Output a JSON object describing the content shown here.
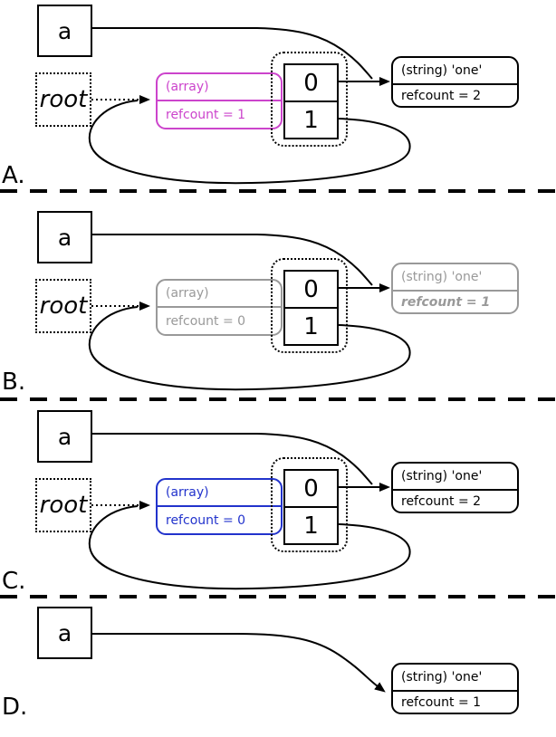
{
  "colors": {
    "magenta": "#cc44cc",
    "gray": "#999999",
    "blue": "#2233cc",
    "black": "#000000"
  },
  "panels": [
    {
      "label": "A.",
      "variable": "a",
      "root_label": "root",
      "array_node": {
        "type_label": "(array)",
        "refcount_label": "refcount = 1",
        "color": "#cc44cc"
      },
      "cells": [
        "0",
        "1"
      ],
      "string_node": {
        "type_label": "(string) 'one'",
        "refcount_label": "refcount = 2",
        "color": "#000000"
      }
    },
    {
      "label": "B.",
      "variable": "a",
      "root_label": "root",
      "array_node": {
        "type_label": "(array)",
        "refcount_label": "refcount = 0",
        "color": "#999999"
      },
      "cells": [
        "0",
        "1"
      ],
      "string_node": {
        "type_label": "(string) 'one'",
        "refcount_label": "refcount = 1",
        "color": "#999999",
        "refcount_emphasis": true
      }
    },
    {
      "label": "C.",
      "variable": "a",
      "root_label": "root",
      "array_node": {
        "type_label": "(array)",
        "refcount_label": "refcount = 0",
        "color": "#2233cc"
      },
      "cells": [
        "0",
        "1"
      ],
      "string_node": {
        "type_label": "(string) 'one'",
        "refcount_label": "refcount = 2",
        "color": "#000000"
      }
    },
    {
      "label": "D.",
      "variable": "a",
      "string_node": {
        "type_label": "(string) 'one'",
        "refcount_label": "refcount = 1",
        "color": "#000000"
      }
    }
  ]
}
